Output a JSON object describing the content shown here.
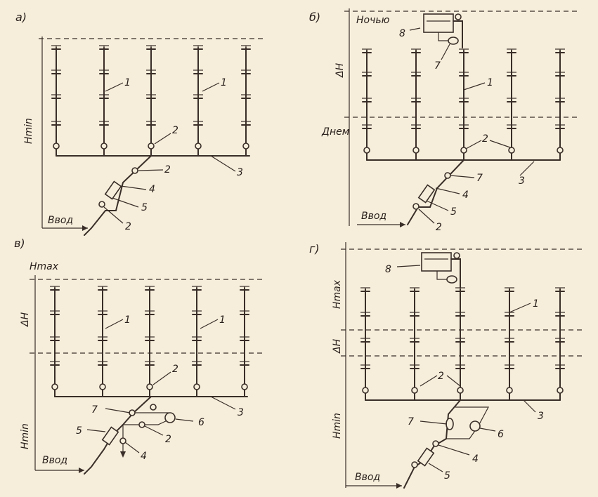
{
  "panels": {
    "a": {
      "letter": "а)",
      "h_min": "Hmin",
      "inlet": "Ввод",
      "callouts": {
        "riser_1a": "1",
        "riser_1b": "1",
        "valve_2a": "2",
        "valve_2b": "2",
        "valve_2c": "2",
        "main_3": "3",
        "meter_4": "4",
        "bypass_5": "5"
      }
    },
    "b": {
      "letter": "б)",
      "night": "Ночью",
      "delta_h": "ΔH",
      "day": "Днем",
      "inlet": "Ввод",
      "callouts": {
        "riser_1": "1",
        "valve_2": "2",
        "main_3": "3",
        "meter_4": "4",
        "bypass_5": "5",
        "check_7a": "7",
        "check_7b": "7",
        "tank_8": "8",
        "valve_2b": "2"
      }
    },
    "c": {
      "letter": "в)",
      "h_max": "Hmax",
      "delta_h": "ΔH",
      "h_min": "Hmin",
      "inlet": "Ввод",
      "callouts": {
        "riser_1a": "1",
        "riser_1b": "1",
        "valve_2a": "2",
        "valve_2b": "2",
        "main_3": "3",
        "meter_4": "4",
        "bypass_5": "5",
        "pump_6": "6",
        "check_7": "7"
      }
    },
    "d": {
      "letter": "г)",
      "h_max": "Hmax",
      "delta_h": "ΔH",
      "h_min": "Hmin",
      "inlet": "Ввод",
      "callouts": {
        "riser_1": "1",
        "valve_2": "2",
        "main_3": "3",
        "meter_4": "4",
        "bypass_5": "5",
        "pump_6": "6",
        "check_7": "7",
        "tank_8": "8"
      }
    }
  },
  "colors": {
    "ink": "#3a2e28",
    "paper": "#f6eedb"
  }
}
